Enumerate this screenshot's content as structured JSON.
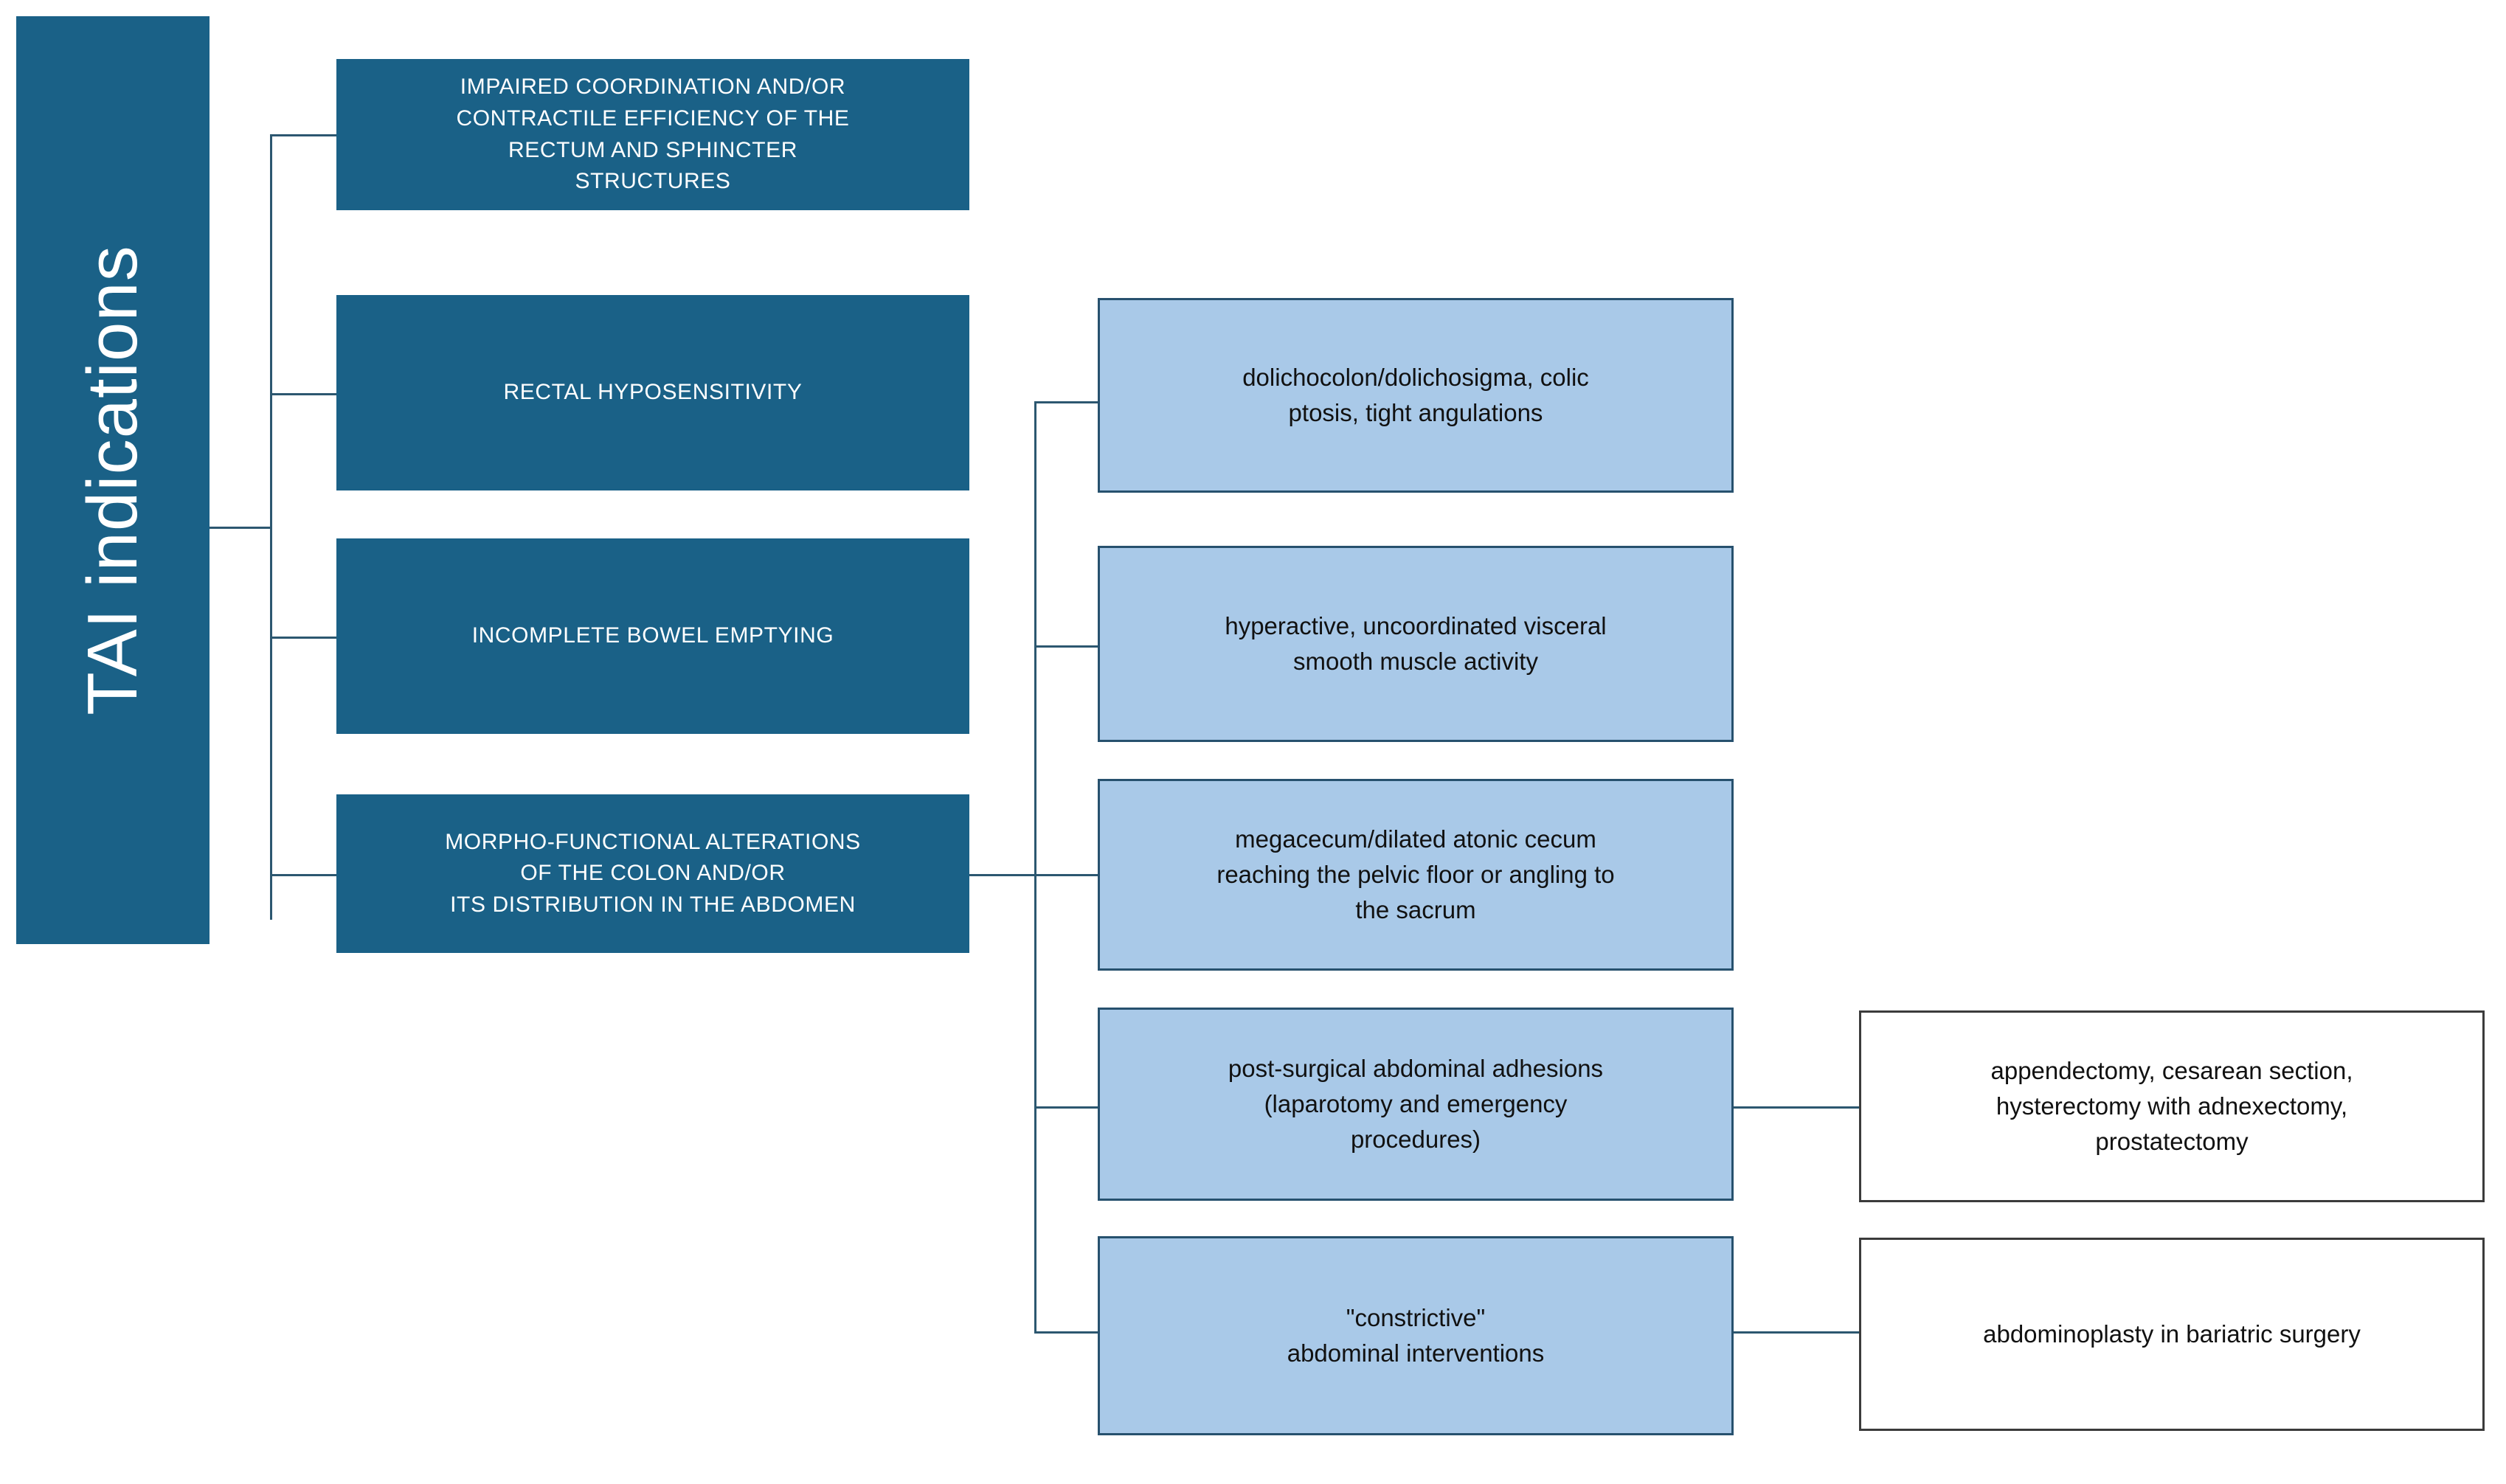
{
  "diagram": {
    "title": "TAI indications",
    "colors": {
      "dark_blue": "#1a6187",
      "light_blue": "#a9c9e8",
      "white": "#ffffff",
      "connector": "#2c5770",
      "level3_border": "#3b3b3b"
    },
    "root": {
      "label": "TAI  indications"
    },
    "level1": [
      {
        "id": "impaired-coordination",
        "label": "IMPAIRED COORDINATION AND/OR\nCONTRACTILE EFFICIENCY OF THE\nRECTUM AND SPHINCTER\nSTRUCTURES"
      },
      {
        "id": "rectal-hyposensitivity",
        "label": "RECTAL HYPOSENSITIVITY"
      },
      {
        "id": "incomplete-bowel-emptying",
        "label": "INCOMPLETE BOWEL EMPTYING"
      },
      {
        "id": "morpho-functional-alterations",
        "label": "MORPHO-FUNCTIONAL ALTERATIONS\nOF THE COLON AND/OR\nITS DISTRIBUTION IN THE ABDOMEN"
      }
    ],
    "level2": [
      {
        "id": "dolichocolon",
        "label": "dolichocolon/dolichosigma, colic\nptosis, tight angulations"
      },
      {
        "id": "hyperactive-visceral",
        "label": "hyperactive, uncoordinated visceral\nsmooth muscle activity"
      },
      {
        "id": "megacecum",
        "label": "megacecum/dilated  atonic cecum\nreaching the pelvic floor or angling to\nthe sacrum"
      },
      {
        "id": "post-surgical-adhesions",
        "label": "post-surgical abdominal adhesions\n(laparotomy and emergency\nprocedures)"
      },
      {
        "id": "constrictive-interventions",
        "label": "\"constrictive\"\nabdominal interventions"
      }
    ],
    "level3": [
      {
        "id": "adhesion-procedures",
        "label": "appendectomy, cesarean section,\nhysterectomy with adnexectomy,\nprostatectomy"
      },
      {
        "id": "abdominoplasty",
        "label": "abdominoplasty in bariatric surgery"
      }
    ]
  }
}
